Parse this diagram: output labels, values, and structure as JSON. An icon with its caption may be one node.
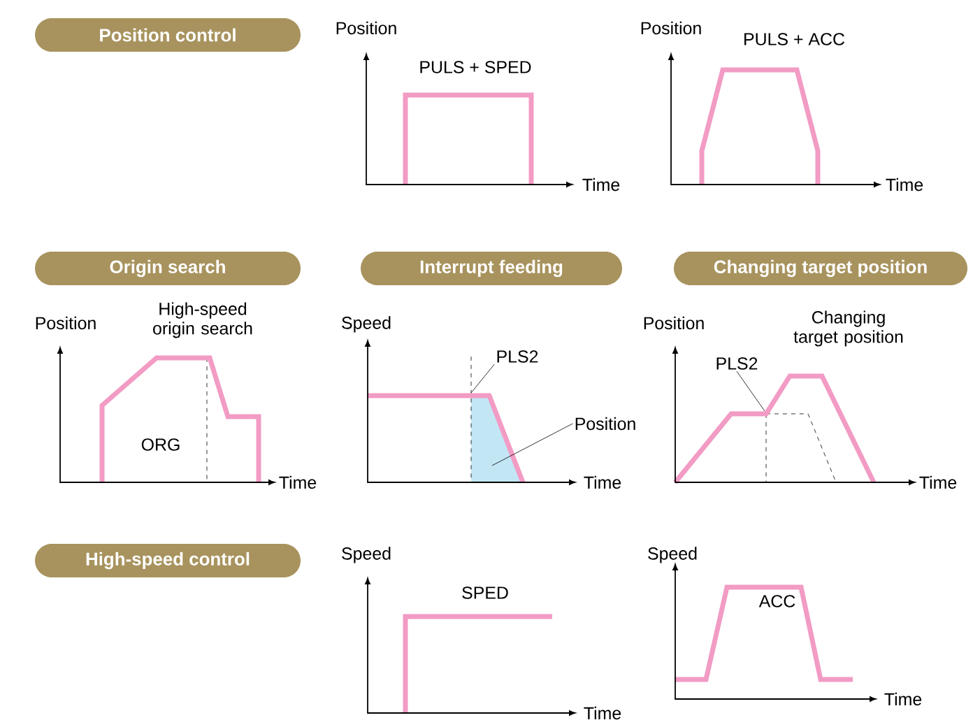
{
  "diagram": {
    "nodes": [
      {
        "text": [
          "Position control"
        ]
      },
      {
        "text": [
          "Origin search"
        ]
      },
      {
        "text": [
          "Interrupt feeding"
        ]
      },
      {
        "text": [
          "Changing target position"
        ]
      },
      {
        "text": [
          "High-speed control"
        ]
      },
      {
        "text": [
          "PLS2"
        ]
      },
      {
        "text": [
          "Position"
        ]
      },
      {
        "text": [
          "PLS2"
        ]
      },
      {
        "text": [],
        "shape": "box"
      }
    ],
    "edges": [
      {
        "from": 5,
        "to": 8,
        "arrow": "none"
      },
      {
        "from": 6,
        "to": 8,
        "arrow": "none"
      },
      {
        "from": 7,
        "to": null,
        "arrow": "none"
      }
    ],
    "labels": [
      "Position",
      "PULS + SPED",
      "Time",
      "Position",
      "PULS + ACC",
      "Time",
      "Position",
      "High-speed origin search",
      "ORG",
      "Time",
      "Speed",
      "Time",
      "Position",
      "Changing target position",
      "Time",
      "Speed",
      "SPED",
      "Time",
      "Speed",
      "ACC",
      "Time"
    ]
  }
}
